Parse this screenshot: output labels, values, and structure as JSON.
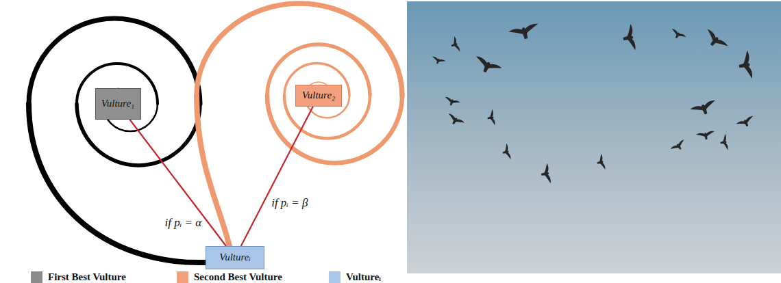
{
  "diagram": {
    "nodes": [
      {
        "text": [
          "Vulture₁"
        ]
      },
      {
        "text": [
          "Vulture₂"
        ]
      },
      {
        "text": [
          "Vultureᵢ"
        ]
      }
    ],
    "edges": [
      {
        "from": 2,
        "to": 0,
        "arrow": "none",
        "label": "if pᵢ = α"
      },
      {
        "from": 2,
        "to": 1,
        "arrow": "none",
        "label": "if pᵢ = β"
      }
    ],
    "legend": [
      {
        "text": "First Best Vulture",
        "color": "#8c8c8c"
      },
      {
        "text": "Second Best Vulture",
        "color": "#f2a07e"
      },
      {
        "text": "Vultureᵢ",
        "color": "#a9c6e8"
      }
    ]
  }
}
